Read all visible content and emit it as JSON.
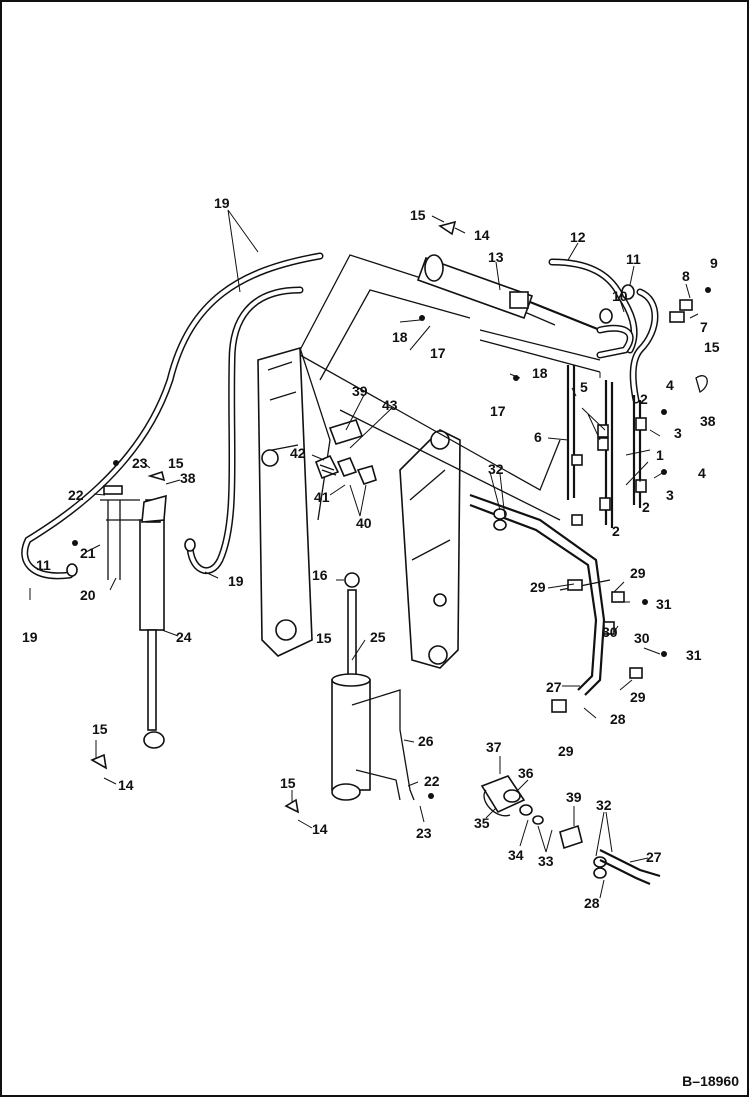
{
  "figure": {
    "id": "B–18960"
  },
  "callouts": [
    {
      "text": "19"
    },
    {
      "text": "15"
    },
    {
      "text": "14"
    },
    {
      "text": "12"
    },
    {
      "text": "13"
    },
    {
      "text": "11"
    },
    {
      "text": "10"
    },
    {
      "text": "8"
    },
    {
      "text": "9"
    },
    {
      "text": "7"
    },
    {
      "text": "18"
    },
    {
      "text": "17"
    },
    {
      "text": "15"
    },
    {
      "text": "38"
    },
    {
      "text": "39"
    },
    {
      "text": "43"
    },
    {
      "text": "18"
    },
    {
      "text": "17"
    },
    {
      "text": "5"
    },
    {
      "text": "4"
    },
    {
      "text": "2"
    },
    {
      "text": "3"
    },
    {
      "text": "6"
    },
    {
      "text": "1"
    },
    {
      "text": "4"
    },
    {
      "text": "2"
    },
    {
      "text": "3"
    },
    {
      "text": "2"
    },
    {
      "text": "42"
    },
    {
      "text": "41"
    },
    {
      "text": "40"
    },
    {
      "text": "32"
    },
    {
      "text": "23"
    },
    {
      "text": "15"
    },
    {
      "text": "38"
    },
    {
      "text": "22"
    },
    {
      "text": "21"
    },
    {
      "text": "11"
    },
    {
      "text": "20"
    },
    {
      "text": "19"
    },
    {
      "text": "19"
    },
    {
      "text": "24"
    },
    {
      "text": "16"
    },
    {
      "text": "15"
    },
    {
      "text": "25"
    },
    {
      "text": "29"
    },
    {
      "text": "29"
    },
    {
      "text": "30"
    },
    {
      "text": "31"
    },
    {
      "text": "30"
    },
    {
      "text": "31"
    },
    {
      "text": "29"
    },
    {
      "text": "27"
    },
    {
      "text": "28"
    },
    {
      "text": "29"
    },
    {
      "text": "15"
    },
    {
      "text": "14"
    },
    {
      "text": "26"
    },
    {
      "text": "22"
    },
    {
      "text": "23"
    },
    {
      "text": "15"
    },
    {
      "text": "14"
    },
    {
      "text": "37"
    },
    {
      "text": "36"
    },
    {
      "text": "39"
    },
    {
      "text": "32"
    },
    {
      "text": "35"
    },
    {
      "text": "34"
    },
    {
      "text": "33"
    },
    {
      "text": "27"
    },
    {
      "text": "28"
    }
  ]
}
